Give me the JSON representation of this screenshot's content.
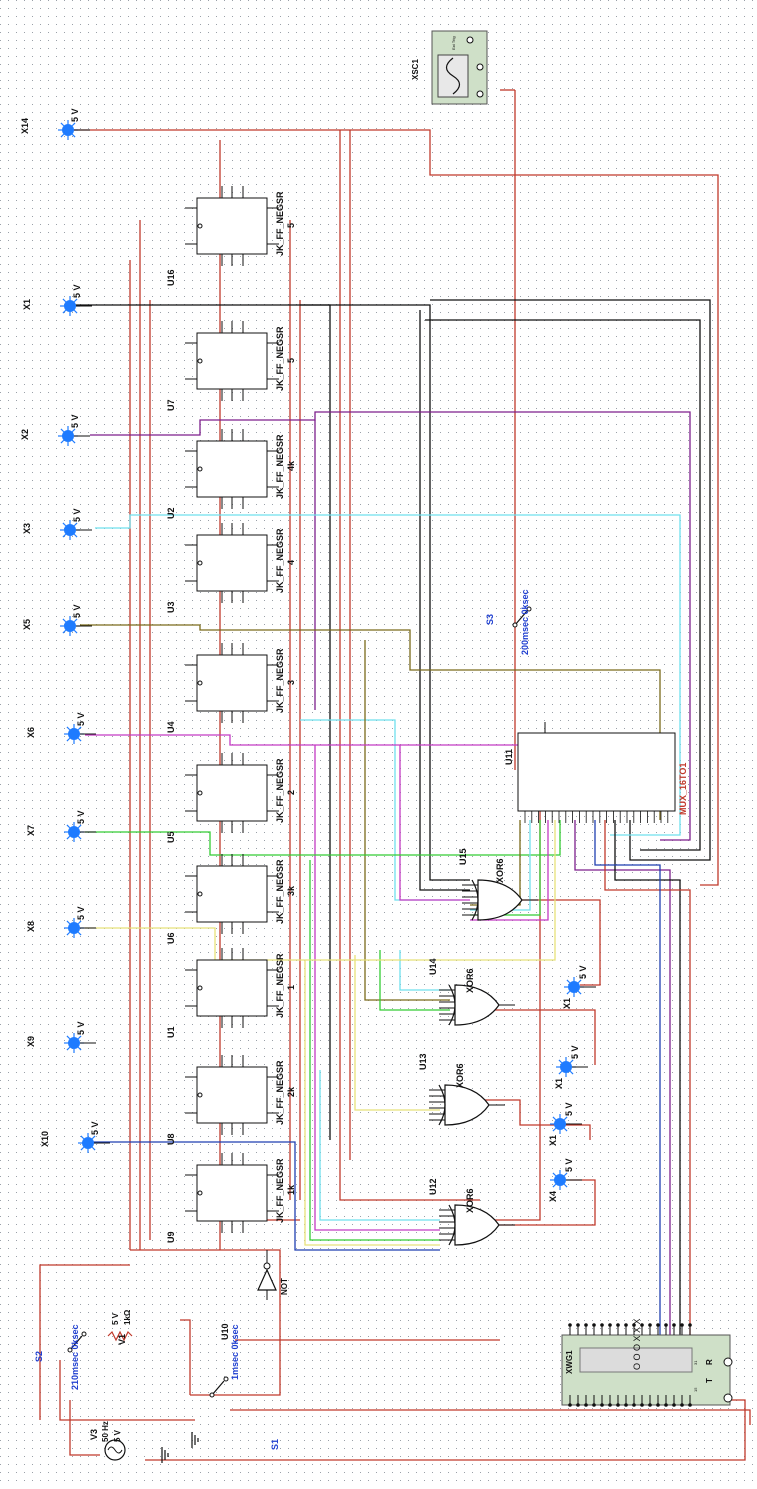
{
  "colors": {
    "wire_red": "#c0392b",
    "wire_black": "#111111",
    "wire_purple": "#7d1f8c",
    "wire_cyan": "#6fe0ee",
    "wire_olive": "#7a6a1a",
    "wire_green": "#33cc33",
    "wire_yellow": "#e8e27a",
    "wire_magenta": "#c43ac4",
    "wire_blue": "#1f3fb0",
    "probe": "#1e7bff",
    "label_blue": "#1f3fd0",
    "instrument_bg": "#cfe0c8",
    "dot_grid": "#9aa0a8"
  },
  "probes": [
    {
      "id": "X14",
      "label": "X14",
      "voltage": "5 V"
    },
    {
      "id": "X1",
      "label": "X1",
      "voltage": "5 V"
    },
    {
      "id": "X2",
      "label": "X2",
      "voltage": "5 V"
    },
    {
      "id": "X3",
      "label": "X3",
      "voltage": "5 V"
    },
    {
      "id": "X5",
      "label": "X5",
      "voltage": "5 V"
    },
    {
      "id": "X6",
      "label": "X6",
      "voltage": "5 V"
    },
    {
      "id": "X7",
      "label": "X7",
      "voltage": "5 V"
    },
    {
      "id": "X8",
      "label": "X8",
      "voltage": "5 V"
    },
    {
      "id": "X9",
      "label": "X9",
      "voltage": "5 V"
    },
    {
      "id": "X10",
      "label": "X10",
      "voltage": "5 V"
    },
    {
      "id": "X11",
      "label": "X1",
      "voltage": "5 V"
    },
    {
      "id": "X12",
      "label": "X1",
      "voltage": "5 V"
    },
    {
      "id": "X13",
      "label": "X1",
      "voltage": "5 V"
    },
    {
      "id": "X4",
      "label": "X4",
      "voltage": "5 V"
    }
  ],
  "flipflops": [
    {
      "ref": "U16",
      "type": "JK_FF_NEGSR",
      "value": "5"
    },
    {
      "ref": "U7",
      "type": "JK_FF_NEGSR",
      "value": "5"
    },
    {
      "ref": "U2",
      "type": "JK_FF_NEGSR",
      "value": "4k"
    },
    {
      "ref": "U3",
      "type": "JK_FF_NEGSR",
      "value": "4"
    },
    {
      "ref": "U4",
      "type": "JK_FF_NEGSR",
      "value": "3"
    },
    {
      "ref": "U5",
      "type": "JK_FF_NEGSR",
      "value": "2"
    },
    {
      "ref": "U6",
      "type": "JK_FF_NEGSR",
      "value": "3k"
    },
    {
      "ref": "U1",
      "type": "JK_FF_NEGSR",
      "value": "1"
    },
    {
      "ref": "U8",
      "type": "JK_FF_NEGSR",
      "value": "2k"
    },
    {
      "ref": "U9",
      "type": "JK_FF_NEGSR",
      "value": "1k"
    }
  ],
  "gates": [
    {
      "ref": "U15",
      "type": "XOR6"
    },
    {
      "ref": "U14",
      "type": "XOR6"
    },
    {
      "ref": "U13",
      "type": "XOR6"
    },
    {
      "ref": "U12",
      "type": "XOR6"
    },
    {
      "ref": "U10",
      "type": "NOT"
    }
  ],
  "mux": {
    "ref": "U11",
    "type": "MUX_16TO1"
  },
  "oscilloscope": {
    "ref": "XSC1",
    "label": "XSC1",
    "subtitle": "Ext Trig"
  },
  "word_generator": {
    "ref": "XWG1",
    "label": "XWG1",
    "pin_r": "R",
    "pin_t": "T",
    "display": "O O O   X X X",
    "pin_num_top": "31",
    "pin_num_bottom": "15"
  },
  "switches": [
    {
      "ref": "S1",
      "timing": "1msec 0ksec"
    },
    {
      "ref": "S2",
      "timing": "210msec 0ksec"
    },
    {
      "ref": "S3",
      "timing": "200msec 0ksec"
    }
  ],
  "sources": {
    "dc": {
      "ref": "V1",
      "voltage": "5 V",
      "resistance": "1kΩ"
    },
    "ac": {
      "ref": "V3",
      "frequency": "50 Hz",
      "voltage": "5 V"
    }
  }
}
